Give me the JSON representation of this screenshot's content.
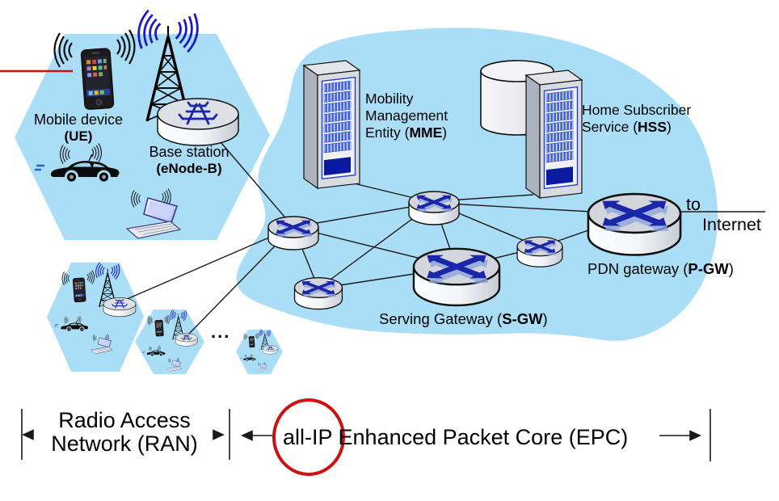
{
  "labels": {
    "mobile_device": {
      "name": "Mobile device",
      "abbr": "(UE)"
    },
    "base_station": {
      "name": "Base station",
      "abbr": "(eNode-B)"
    },
    "cells_ellipsis": "...",
    "mme": {
      "line1": "Mobility",
      "line2": "Management",
      "line3_pre": "Entity (",
      "line3_bold": "MME",
      "line3_post": ")"
    },
    "hss": {
      "line1": "Home Subscriber",
      "line2_pre": "Service (",
      "line2_bold": "HSS",
      "line2_post": ")"
    },
    "sgw": {
      "pre": "Serving Gateway (",
      "bold": "S-GW",
      "post": ")"
    },
    "pgw": {
      "pre": "PDN gateway (",
      "bold": "P-GW",
      "post": ")"
    },
    "internet": {
      "line1": "to",
      "line2": "Internet"
    }
  },
  "footer": {
    "ran_line1": "Radio Access",
    "ran_line2": "Network (RAN)",
    "epc_highlight": "all-IP",
    "epc_rest": " Enhanced Packet Core (EPC)"
  },
  "colors": {
    "region_fill": "#A9DEF6",
    "router_blue": "#1B26A8",
    "red_accent": "#CC1111",
    "text": "#000000"
  }
}
